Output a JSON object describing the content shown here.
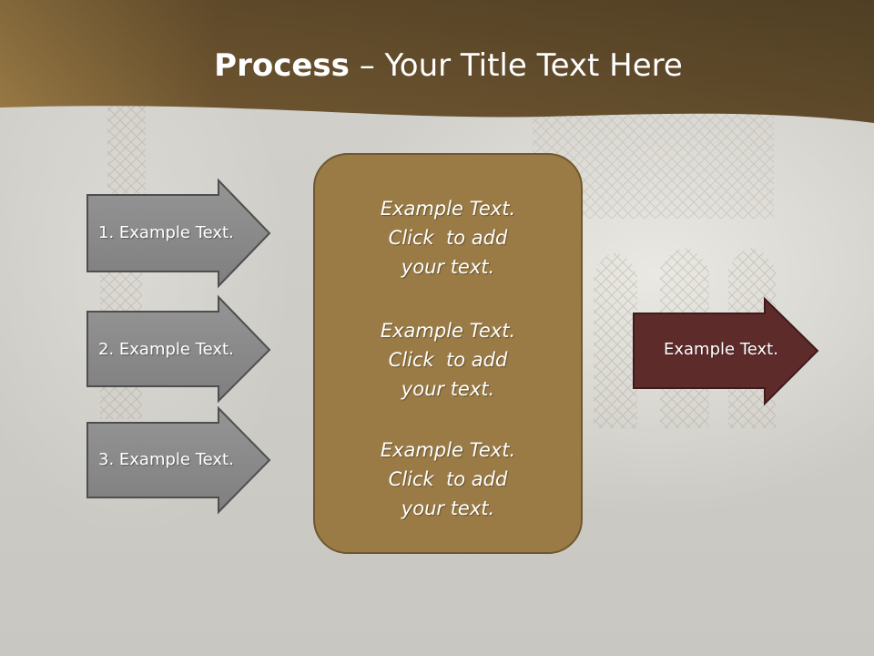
{
  "slide": {
    "title_bold": "Process",
    "title_dash": " – ",
    "title_rest": "Your Title Text Here"
  },
  "left_arrows": [
    {
      "label": "1. Example Text."
    },
    {
      "label": "2. Example Text."
    },
    {
      "label": "3. Example Text."
    }
  ],
  "center_box": {
    "paragraphs": [
      [
        "Example Text.",
        "Click  to add",
        "your text."
      ],
      [
        "Example Text.",
        "Click  to add",
        "your text."
      ],
      [
        "Example Text.",
        "Click  to add",
        "your text."
      ]
    ]
  },
  "right_arrow": {
    "label": "Example Text."
  },
  "colors": {
    "header_brown": "#8b6a36",
    "box_fill": "#9a7b45",
    "arrow_gray": "#8a8a8a",
    "arrow_maroon": "#5e2b2b"
  }
}
